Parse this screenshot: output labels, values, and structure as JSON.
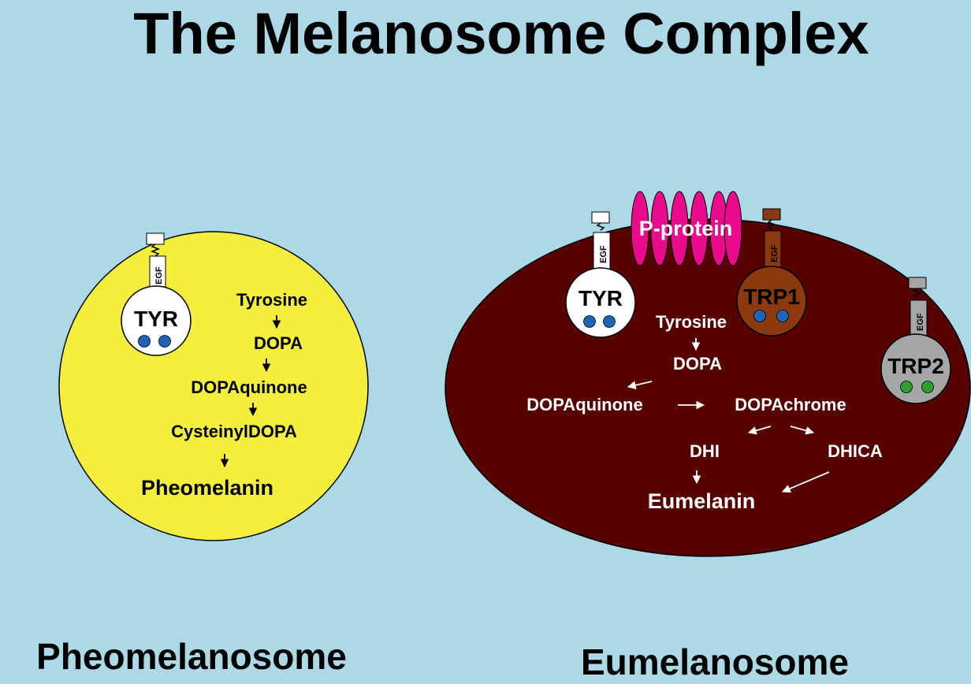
{
  "title": "The Melanosome Complex",
  "colors": {
    "background": "#add8e6",
    "pheomelanosome": "#f4ef3f",
    "eumelanosome": "#560000",
    "tyr": "#ffffff",
    "trp1": "#8b3a0f",
    "trp2": "#a6a6a6",
    "p_protein": "#ea0a8c",
    "copper_dot": "#1e64b9",
    "zinc_dot": "#2e9e2e"
  },
  "pheomelanosome": {
    "caption": "Pheomelanosome",
    "enzyme": {
      "label": "TYR",
      "domain": "EGF"
    },
    "pathway": [
      "Tyrosine",
      "DOPA",
      "DOPAquinone",
      "CysteinylDOPA"
    ],
    "product": "Pheomelanin"
  },
  "eumelanosome": {
    "caption": "Eumelanosome",
    "p_protein": "P-protein",
    "enzymes": [
      {
        "label": "TYR",
        "domain": "EGF"
      },
      {
        "label": "TRP1",
        "domain": "EGF"
      },
      {
        "label": "TRP2",
        "domain": "EGF"
      }
    ],
    "pathway": {
      "tyrosine": "Tyrosine",
      "dopa": "DOPA",
      "dopaquinone": "DOPAquinone",
      "dopachrome": "DOPAchrome",
      "dhi": "DHI",
      "dhica": "DHICA"
    },
    "product": "Eumelanin"
  }
}
